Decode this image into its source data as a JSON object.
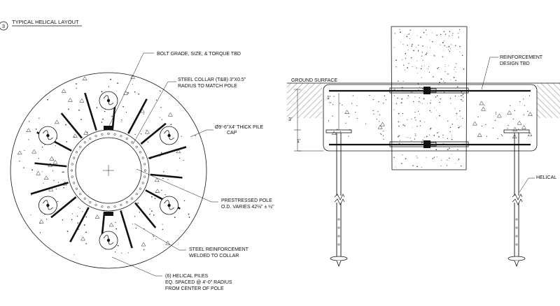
{
  "sheet": {
    "detail_number": "3",
    "detail_title": "TYPICAL HELICAL LAYOUT"
  },
  "plan_view": {
    "labels": {
      "bolt": "BOLT  GRADE, SIZE, & TORQUE TBD",
      "collar_1": "STEEL COLLAR (T&B) 3\"X0.5\"",
      "collar_2": "RADIUS TO MATCH POLE",
      "cap_1": "Ø9'-6\"X4' THICK PILE",
      "cap_2": "CAP",
      "pole_1": "PRESTRESSED POLE",
      "pole_2": "O.D. VARIES 42⅛\" ± ½\"",
      "reinf_1": "STEEL REINFORCEMENT",
      "reinf_2": "WELDED TO COLLAR",
      "piles_1": "(6) HELICAL PILES",
      "piles_2": "EQ. SPACED @ 4'-0\" RADIUS",
      "piles_3": "FROM CENTER OF POLE"
    }
  },
  "section_view": {
    "labels": {
      "ground": "GROUND SURFACE",
      "reinf_1": "REINFORCEMENT",
      "reinf_2": "DESIGN TBD",
      "helical": "HELICAL",
      "dim_3": "3'",
      "dim_1a": "1'",
      "dim_1b": "1'"
    }
  }
}
